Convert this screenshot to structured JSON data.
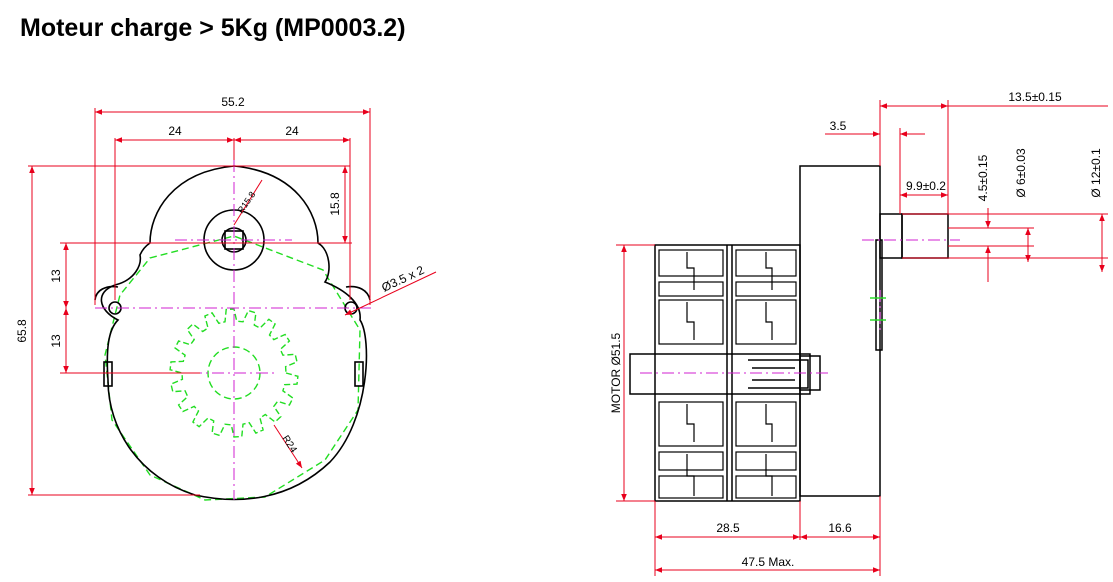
{
  "title": "Moteur charge > 5Kg (MP0003.2)",
  "colors": {
    "dimension": "#e8001c",
    "outline": "#000000",
    "gear": "#22dd22",
    "centerline": "#d020d0"
  },
  "front_view": {
    "dims": {
      "width_total": "55.2",
      "left_half": "24",
      "right_half": "24",
      "top_radius_height": "15.8",
      "upper_13": "13",
      "lower_13": "13",
      "height_total": "65.8",
      "hole_spec": "Ø3.5 x 2",
      "top_radius": "R15.8",
      "body_radius": "R24"
    }
  },
  "side_view": {
    "dims": {
      "shaft_total": "13.5±0.15",
      "step_3_5": "3.5",
      "shaft_9_9": "9.9±0.2",
      "flat_4_5": "4.5±0.15",
      "shaft_dia_6": "Ø 6±0.03",
      "boss_dia_12": "Ø 12±0.1",
      "motor_dia": "MOTOR Ø51.5",
      "motor_len": "28.5",
      "gearbox_len": "16.6",
      "max_len": "47.5 Max."
    }
  }
}
